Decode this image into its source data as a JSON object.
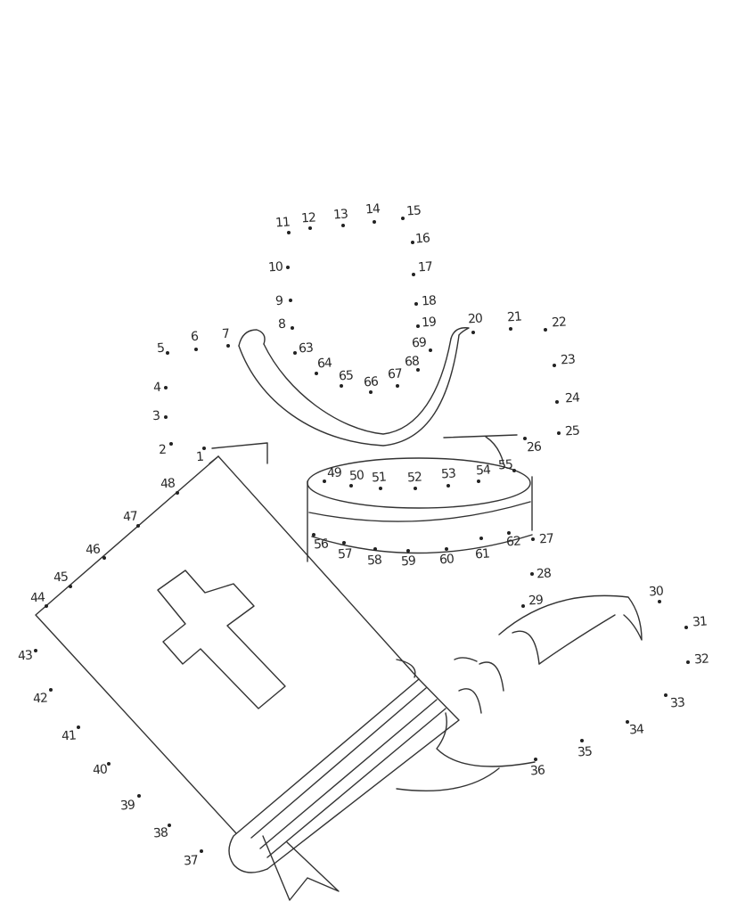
{
  "dots": {
    "labels": [
      "1",
      "2",
      "3",
      "4",
      "5",
      "6",
      "7",
      "8",
      "9",
      "10",
      "11",
      "12",
      "13",
      "14",
      "15",
      "16",
      "17",
      "18",
      "19",
      "20",
      "21",
      "22",
      "23",
      "24",
      "25",
      "26",
      "27",
      "28",
      "29",
      "30",
      "31",
      "32",
      "33",
      "34",
      "35",
      "36",
      "37",
      "38",
      "39",
      "40",
      "41",
      "42",
      "43",
      "44",
      "45",
      "46",
      "47",
      "48",
      "49",
      "50",
      "51",
      "52",
      "53",
      "54",
      "55",
      "56",
      "57",
      "58",
      "59",
      "60",
      "61",
      "62",
      "63",
      "64",
      "65",
      "66",
      "67",
      "68",
      "69"
    ]
  }
}
